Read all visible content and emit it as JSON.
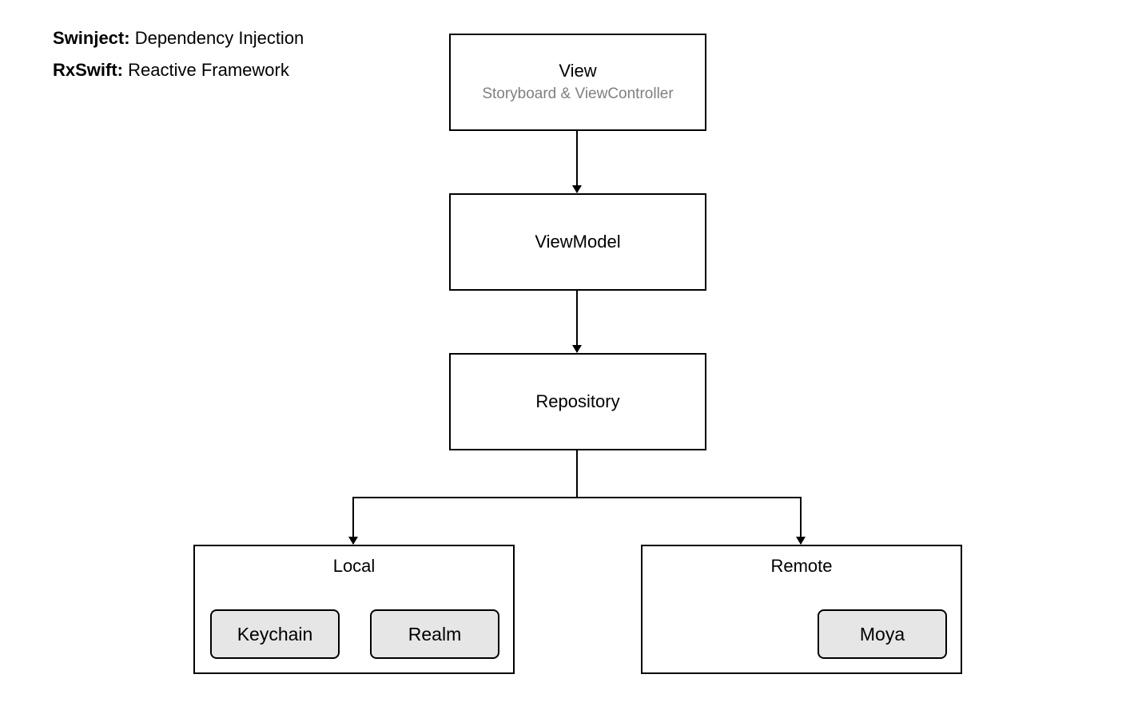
{
  "legend": [
    {
      "key": "Swinject:",
      "value": "Dependency Injection"
    },
    {
      "key": "RxSwift:",
      "value": "Reactive Framework"
    }
  ],
  "nodes": {
    "view": {
      "title": "View",
      "subtitle": "Storyboard & ViewController"
    },
    "viewmodel": {
      "title": "ViewModel"
    },
    "repository": {
      "title": "Repository"
    },
    "local": {
      "title": "Local",
      "children": [
        "Keychain",
        "Realm"
      ]
    },
    "remote": {
      "title": "Remote",
      "children": [
        "Moya"
      ]
    }
  },
  "colors": {
    "stroke": "#000000",
    "chip_fill": "#e6e6e6",
    "subtitle": "#808080"
  }
}
